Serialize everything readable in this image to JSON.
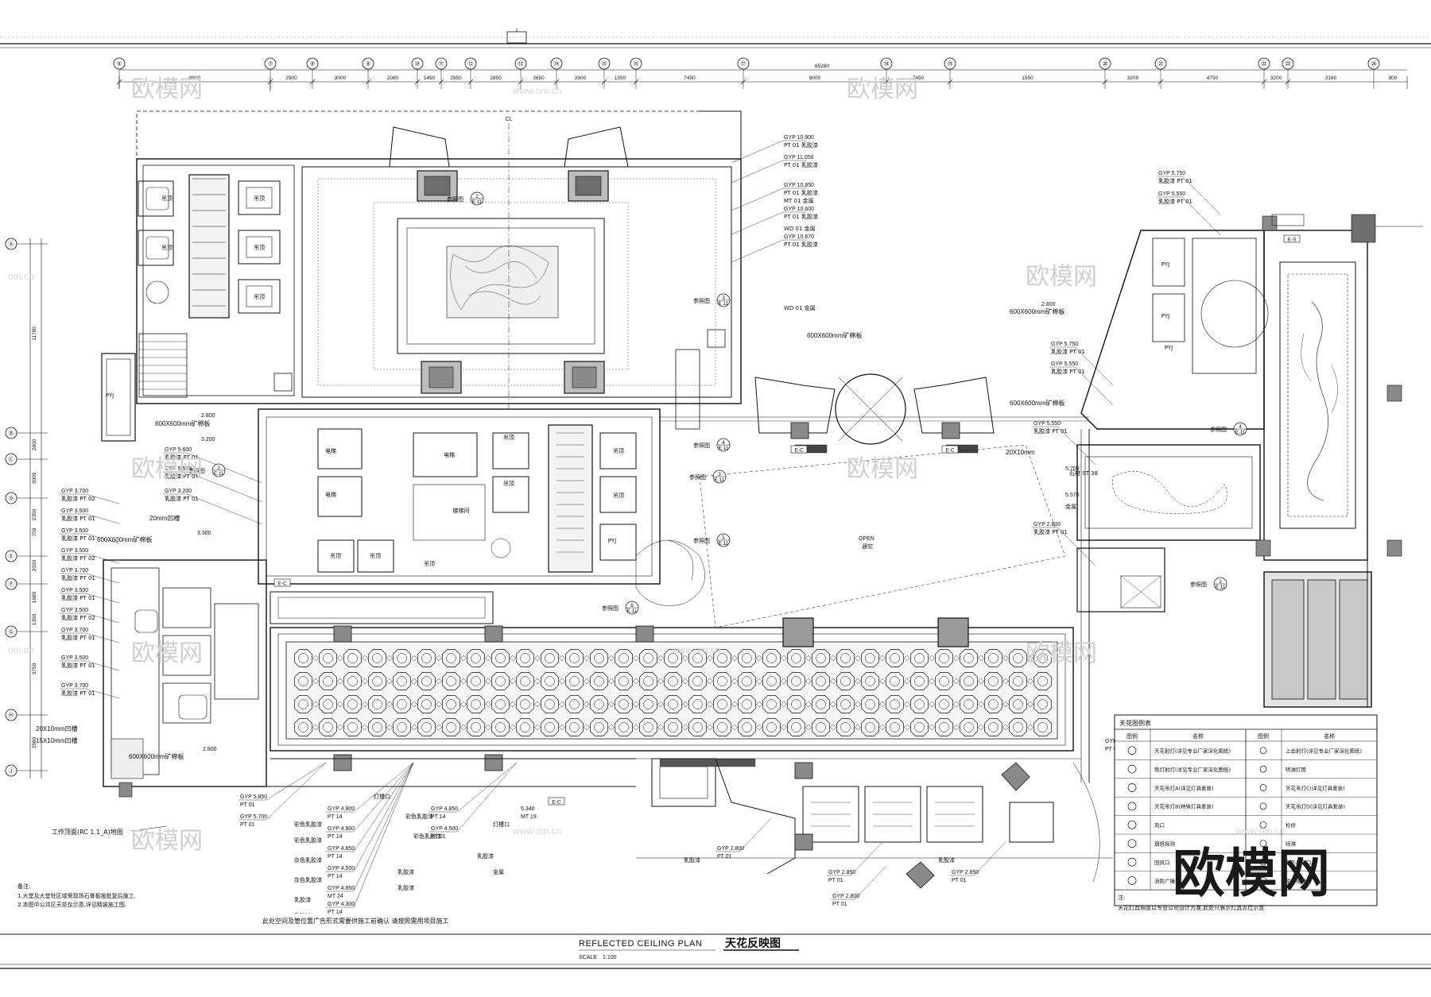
{
  "drawing": {
    "title_en": "REFLECTED CEILING PLAN",
    "title_zh": "天花反映图",
    "scale_label": "SCALE",
    "scale_value": "1:100",
    "open_label": "OPEN",
    "open_sub": "通空",
    "cl_label": "CL",
    "drop_label": "工作顶面(RC 1.1_A)地图",
    "footer_note": "此处空间及管位置广告形式需要供施工前确认 请按照需用项目施工",
    "notes_title": "备注:",
    "notes": [
      "1.大堂及大堂柱区域需现场石膏板按批复后施工.",
      "2.本图中公共区天花仅示意,详见精装施工图."
    ]
  },
  "top_grid": [
    "⑥",
    "⑦",
    "⑧",
    "⑨",
    "⑩",
    "⑪",
    "⑫",
    "⑬",
    "⑭",
    "⑮",
    "⑯",
    "⑰",
    "⑱",
    "⑲",
    "⑳",
    "㉑",
    "㉒",
    "㉓",
    "㉔"
  ],
  "top_dims": [
    "8600",
    "2900",
    "3000",
    "2080",
    "1450",
    "2950",
    "2850",
    "3650",
    "2900",
    "1550",
    "7450",
    "9000",
    "7450",
    "1550",
    "3200",
    "4750",
    "3200",
    "3180",
    "900"
  ],
  "top_total": "65280",
  "left_grid": [
    "Ⓐ",
    "Ⓑ",
    "Ⓒ",
    "Ⓓ",
    "Ⓔ",
    "Ⓕ",
    "Ⓖ",
    "Ⓗ",
    "Ⓙ"
  ],
  "left_dims": [
    "11780",
    "2800",
    "3000",
    "2350",
    "750",
    "2020",
    "1680",
    "1350",
    "3750",
    "2580"
  ],
  "tags": {
    "gyp": [
      "GYP 3.700",
      "GYP 3.500",
      "GYP 3.500",
      "GYP 3.500",
      "GYP 3.700",
      "GYP 3.500",
      "GYP 3.500",
      "GYP 3.700",
      "GYP 3.500",
      "GYP 3.700"
    ],
    "pt": "PT 01",
    "pt02": "PT 02",
    "paint": "乳胶漆",
    "mid_gyp": [
      "GYP 5.600",
      "GYP 5.550",
      "GYP 3.200"
    ],
    "grid_600": "600X600mm矿棉板",
    "grid_600_a": "600X600mm矿棉板",
    "grid_600_b": "600X600mm矿棉板",
    "grid_600_c": "600X600mm矿棉板",
    "grid_600_d": "600X600mm矿棉板",
    "grid_600_e": "600X600mm矿棉板",
    "slot20": "20mm凹槽",
    "slot20x10": "20X10mm凹槽",
    "slot15x10": "15X10mm凹槽",
    "slot20x10_r": "20X10mm",
    "h2800": "2.800",
    "h3200": "3.200",
    "h3300": "3.300",
    "h5700": "5.700",
    "h5570": "5.570",
    "gyp_r": [
      "GYP 5.750",
      "GYP 5.550",
      "GYP 5.750",
      "GYP 5.550",
      "GYP 5.550",
      "GYP 2.800",
      "GYP 2.800"
    ],
    "gyp_top": [
      "GYP 10.900",
      "GYP 11.050",
      "GYP 10.850",
      "GYP 10.600",
      "GYP 10.670"
    ],
    "mt": "MT 01",
    "wd": "WD 01",
    "metal": "金属",
    "stone": "石材",
    "st": "ST 38",
    "bottom_gyp": [
      "GYP 5.850",
      "GYP 5.700",
      "GYP 4.900",
      "GYP 4.900",
      "GYP 4.850",
      "GYP 4.500",
      "GYP 4.850",
      "GYP 4.300"
    ],
    "bottom_pt": [
      "PT 01",
      "PT 01",
      "PT 14",
      "PT 14",
      "PT 14",
      "PT 14",
      "MT 24",
      "PT 14",
      "PT 14",
      "PT 01"
    ],
    "bottom_mid": [
      "GYP 4.850",
      "GYP 4.500",
      "5.340",
      "MT 19"
    ],
    "bottom_right": [
      "GYP 2.800",
      "PT 01",
      "GYP 2.850",
      "PT 01",
      "GYP 2.800",
      "PT 01",
      "GYP 2.850",
      "PT 01"
    ],
    "bottom_words": [
      "灯槽口",
      "彩色乳胶漆",
      "彩色乳胶漆",
      "灰色乳胶漆",
      "灰色乳胶漆",
      "彩色乳胶漆",
      "灯槽口",
      "乳胶漆",
      "乳胶漆",
      "彩色乳胶漆",
      "乳胶漆",
      "金属",
      "乳胶漆",
      "乳胶漆",
      "乳胶漆",
      "乳胶漆"
    ],
    "gyp_far": "GYP 2.800",
    "pt_far": "PT 01",
    "ref_tags": [
      "2 E.11",
      "3 E.11",
      "4 E.11",
      "5 E.11",
      "6 E.11",
      "1 E.11",
      "2 E.11",
      "3 E.11",
      "4 E.11"
    ],
    "ref_word": "参照图",
    "e_tags": [
      "E-C",
      "E-C",
      "E-C",
      "E-C",
      "E-S"
    ],
    "rooms": [
      "吊顶",
      "吊顶",
      "吊顶",
      "吊顶",
      "吊顶",
      "吊顶",
      "吊顶",
      "吊顶",
      "吊顶",
      "电梯",
      "电梯",
      "电梯",
      "楼梯间",
      "吊顶",
      "吊顶",
      "吊顶",
      "PYJ",
      "PYJ",
      "PYJ",
      "PYJ",
      "PYJ",
      "PYJ"
    ]
  },
  "legend": {
    "title": "天花图例表",
    "head": [
      "图例",
      "名称",
      "图例",
      "名称"
    ],
    "rows": [
      [
        "天花射灯(详见专业厂家深化图纸)",
        "上出射灯(详见专业厂家深化图纸)"
      ],
      [
        "筒灯射灯(详见专业厂家深化图纸)",
        "喷淋灯筒"
      ],
      [
        "天花吊灯A(详见灯具套装)",
        "天花吊灯C(详见灯具套装)"
      ],
      [
        "天花吊灯B(特殊灯具套装)",
        "天花吊灯D(详见灯具套装)"
      ],
      [
        "风口",
        "检修"
      ],
      [
        "烟感探测",
        "喷淋"
      ],
      [
        "回风口",
        "条形出风口"
      ],
      [
        "消防广播",
        "室外排风口"
      ]
    ],
    "note_label": "注:",
    "note": "天花灯具照度以专业公司设计为准,此处只表示灯具点位示意."
  },
  "watermarks": {
    "brand": "欧模网",
    "url": "www.om.cn",
    "url2": "om.cn",
    "brand_big": "欧模网"
  }
}
